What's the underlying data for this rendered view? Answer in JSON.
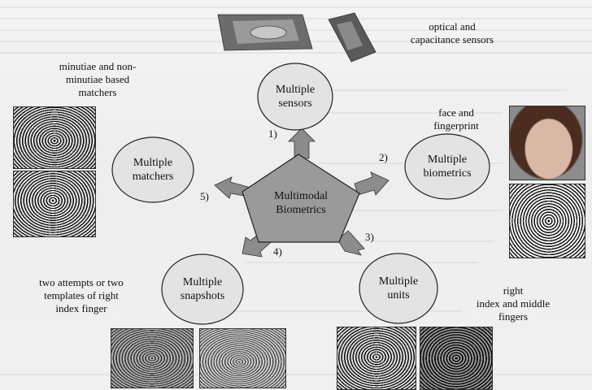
{
  "center": {
    "label_line1": "Multimodal",
    "label_line2": "Biometrics"
  },
  "nodes": [
    {
      "id": "sensors",
      "line1": "Multiple",
      "line2": "sensors"
    },
    {
      "id": "biometrics",
      "line1": "Multiple",
      "line2": "biometrics"
    },
    {
      "id": "units",
      "line1": "Multiple",
      "line2": "units"
    },
    {
      "id": "snapshots",
      "line1": "Multiple",
      "line2": "snapshots"
    },
    {
      "id": "matchers",
      "line1": "Multiple",
      "line2": "matchers"
    }
  ],
  "numbers": [
    "1)",
    "2)",
    "3)",
    "4)",
    "5)"
  ],
  "annotations": {
    "sensors": [
      "optical and",
      "capacitance sensors"
    ],
    "biometrics": [
      "face and",
      "fingerprint"
    ],
    "units": [
      "right",
      "index and middle",
      "fingers"
    ],
    "snapshots": [
      "two attempts or two",
      "templates of right",
      "index finger"
    ],
    "matchers": [
      "minutiae and non-",
      "minutiae based",
      "matchers"
    ]
  },
  "colors": {
    "ellipse_fill": "#e3e3e3",
    "pentagon_fill": "#9a9a9a",
    "arrow_fill": "#8c8c8c",
    "stroke": "#222222"
  },
  "icons": [
    "optical-sensor-image",
    "capacitance-sensor-image",
    "face-photo",
    "fingerprint-image"
  ]
}
